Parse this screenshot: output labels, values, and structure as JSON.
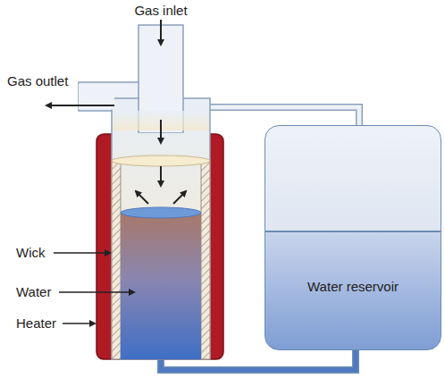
{
  "diagram": {
    "nodes": [
      {
        "text": [
          "Water reservoir"
        ]
      }
    ],
    "edges": [],
    "labels": [
      "Gas inlet",
      "Gas outlet",
      "Wick",
      "Water",
      "Heater"
    ]
  }
}
